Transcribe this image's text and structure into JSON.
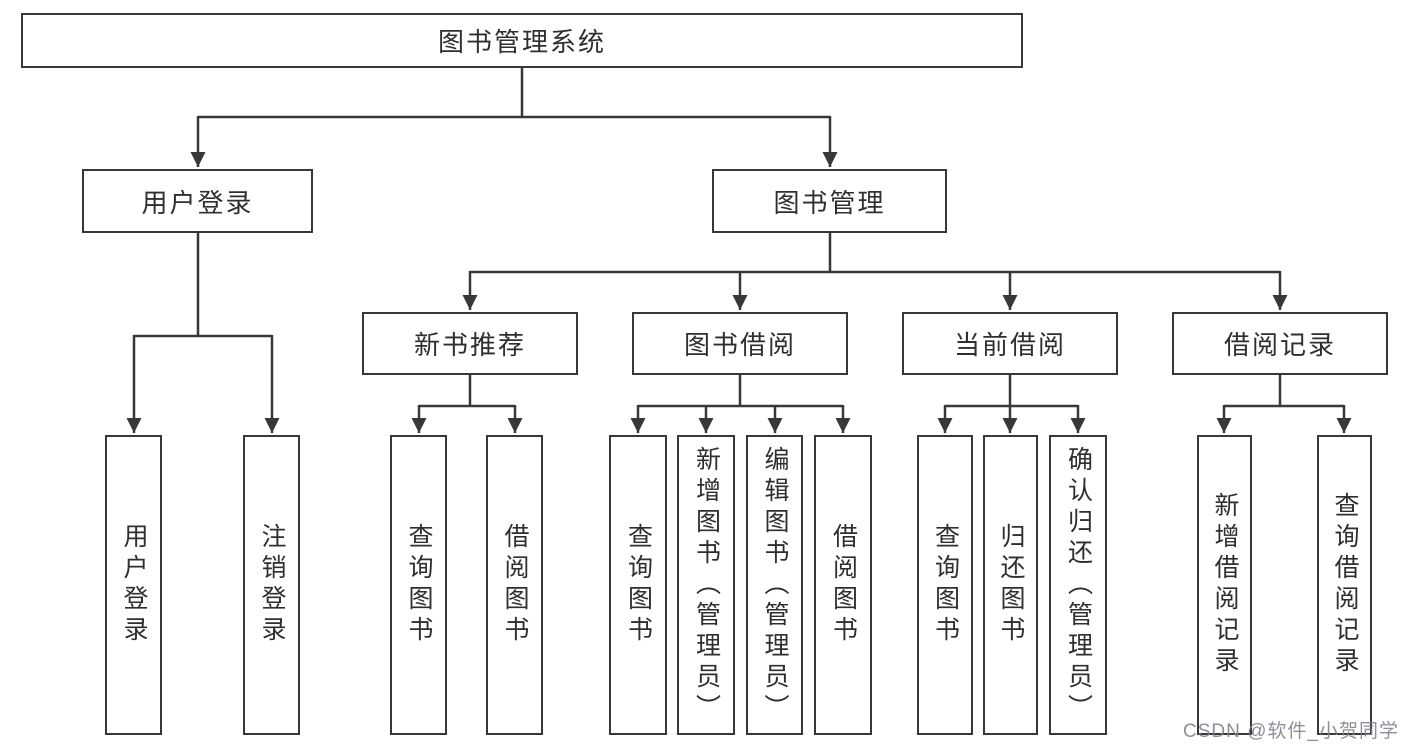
{
  "diagram": {
    "title": "图书管理系统",
    "level2": [
      "用户登录",
      "图书管理"
    ],
    "level3": [
      "新书推荐",
      "图书借阅",
      "当前借阅",
      "借阅记录"
    ],
    "leaves": [
      "用户登录",
      "注销登录",
      "查询图书",
      "借阅图书",
      "查询图书",
      "新增图书（管理员）",
      "编辑图书（管理员）",
      "借阅图书",
      "查询图书",
      "归还图书",
      "确认归还（管理员）",
      "新增借阅记录",
      "查询借阅记录"
    ],
    "colors": {
      "line": "#383838",
      "box_background": "#ffffff",
      "text": "#2f2f2f",
      "watermark": "#8d939c"
    }
  },
  "watermark": "CSDN @软件_小贺同学"
}
